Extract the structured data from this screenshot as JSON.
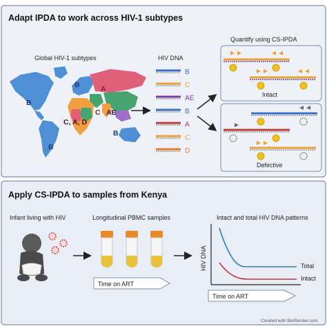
{
  "panel_top": {
    "title": "Adapt IPDA to work across HIV-1 subtypes",
    "map_label": "Global HIV-1 subtypes",
    "map_regions": [
      "B",
      "B",
      "B",
      "A",
      "C",
      "AE",
      "C, A, D",
      "B"
    ],
    "dna_label": "HIV DNA",
    "dna_subtypes": [
      {
        "label": "B",
        "color": "#3b6fc4"
      },
      {
        "label": "C",
        "color": "#e8a23a"
      },
      {
        "label": "AE",
        "color": "#7a3fa0"
      },
      {
        "label": "B",
        "color": "#3b6fc4"
      },
      {
        "label": "A",
        "color": "#c0393b"
      },
      {
        "label": "C",
        "color": "#e8a23a"
      },
      {
        "label": "D",
        "color": "#e07e2c"
      }
    ],
    "quantify_label": "Quantify using CS-IPDA",
    "intact_label": "Intact",
    "defective_label": "Defective"
  },
  "panel_bottom": {
    "title": "Apply CS-IPDA to samples from Kenya",
    "infant_label": "Infant living with HIV",
    "samples_label": "Longitudinal PBMC samples",
    "time_label_1": "Time on ART",
    "patterns_label": "Intact and total HIV DNA patterns",
    "ylabel": "HIV DNA",
    "series_total": "Total",
    "series_intact": "Intact",
    "time_label_2": "Time on ART"
  },
  "credit": "Created with BioRender.com",
  "colors": {
    "panel_top_bg": "#eef2f8",
    "panel_bottom_bg": "#e9eef6",
    "panel_border": "#7f8fa8",
    "map_green": "#48a46e",
    "map_blue": "#4f8fd6",
    "map_red": "#e0607a",
    "map_orange": "#f0a040",
    "total_line": "#2a7fbf",
    "intact_line": "#c0393b",
    "probe_yellow": "#f2c21a",
    "probe_orange": "#f0a030",
    "probe_gray": "#8a8a8a"
  }
}
